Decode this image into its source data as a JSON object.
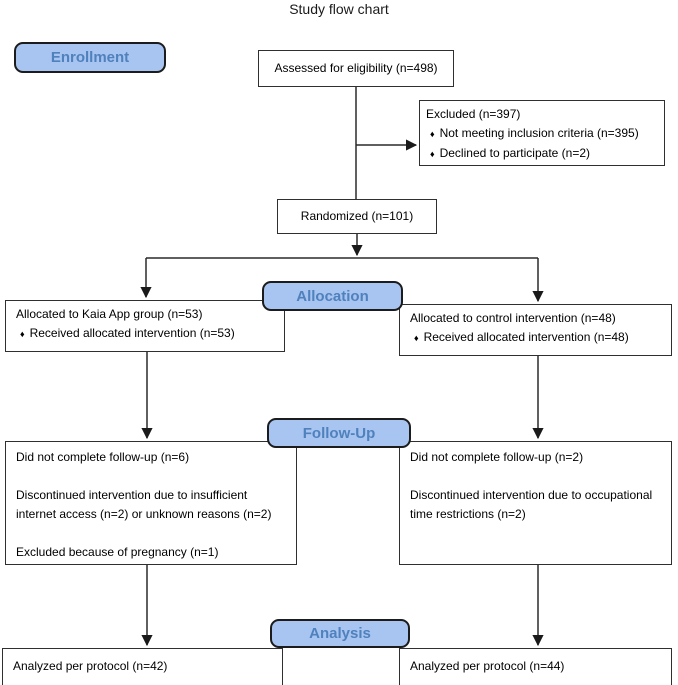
{
  "title": "Study flow chart",
  "colors": {
    "stage_pill_fill": "#a8c4f0",
    "stage_pill_text": "#4f81bd",
    "stage_pill_border": "#1c1c1c",
    "box_border": "#2f2f2f",
    "connector": "#2a2a2a"
  },
  "glyphs": {
    "bullet": "♦"
  },
  "stage_labels": {
    "enrollment": "Enrollment",
    "allocation": "Allocation",
    "followup": "Follow-Up",
    "analysis": "Analysis"
  },
  "boxes": {
    "assessed": {
      "text": "Assessed for eligibility (n=498)"
    },
    "excluded": {
      "title": "Excluded (n=397)",
      "bullets": [
        "Not meeting inclusion criteria (n=395)",
        "Declined to participate (n=2)"
      ]
    },
    "randomized": {
      "text": "Randomized (n=101)"
    },
    "alloc_left": {
      "line1": "Allocated to Kaia App group (n=53)",
      "bullet": "Received allocated intervention (n=53)"
    },
    "alloc_right": {
      "line1": "Allocated to control intervention (n=48)",
      "bullet": "Received allocated intervention (n=48)"
    },
    "followup_left": {
      "p1": "Did not complete follow-up (n=6)",
      "p2": "Discontinued intervention due to insufficient internet access (n=2) or unknown reasons (n=2)",
      "p3": "Excluded because of pregnancy (n=1)"
    },
    "followup_right": {
      "p1": "Did not complete follow-up (n=2)",
      "p2": "Discontinued intervention due to occupational time restrictions (n=2)"
    },
    "analysis_left": {
      "text": "Analyzed per protocol (n=42)"
    },
    "analysis_right": {
      "text": "Analyzed per protocol (n=44)"
    }
  }
}
